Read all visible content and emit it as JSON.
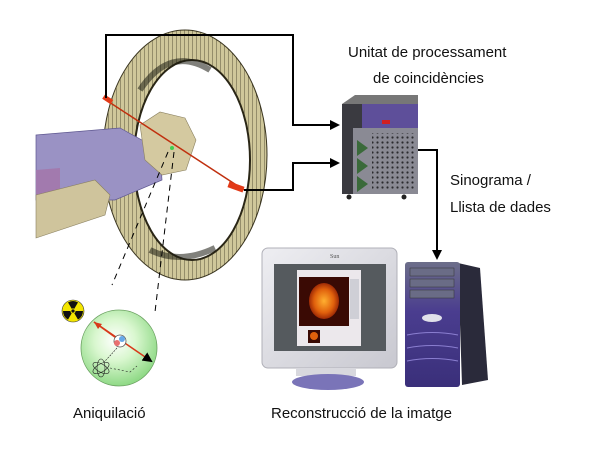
{
  "labels": {
    "processing_unit_line1": "Unitat de processament",
    "processing_unit_line2": "de coincidències",
    "sinogram_line1": "Sinograma /",
    "sinogram_line2": "Llista de dades",
    "reconstruction": "Reconstrucció de la imatge",
    "annihilation": "Aniquilació"
  },
  "icons": {
    "radiation": "radiation-trefoil-icon",
    "server": "coincidence-processing-server",
    "monitor": "workstation-monitor",
    "tower": "workstation-tower",
    "scanner": "pet-detector-ring"
  },
  "colors": {
    "ring": "#cfc79a",
    "patient_body": "#9a92c4",
    "patient_skin": "#cfc49c",
    "lor": "#d8391a",
    "annihilation_sphere": "#bff0b5",
    "radiation_yellow": "#f4e600",
    "server_purple": "#5e4f9a",
    "tower_blue": "#4a3d8f",
    "brain_scan": "#e06a10"
  }
}
